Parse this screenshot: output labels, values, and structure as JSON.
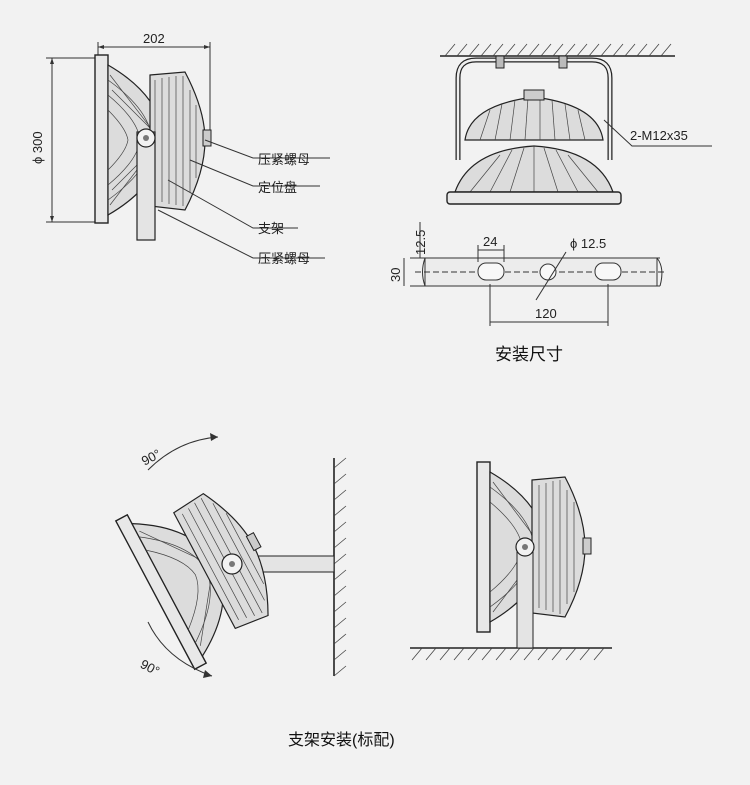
{
  "top_left": {
    "dim_width": "202",
    "dim_height": "ϕ 300",
    "callouts": [
      "压紧螺母",
      "定位盘",
      "支架",
      "压紧螺母"
    ]
  },
  "top_right": {
    "bolt_label": "2-M12x35",
    "dim_12_5": "12.5",
    "dim_24": "24",
    "dim_hole": "ϕ 12.5",
    "dim_30": "30",
    "dim_120": "120",
    "caption": "安装尺寸"
  },
  "bottom": {
    "angle_top": "90°",
    "angle_bottom": "90°",
    "caption": "支架安装(标配)"
  }
}
